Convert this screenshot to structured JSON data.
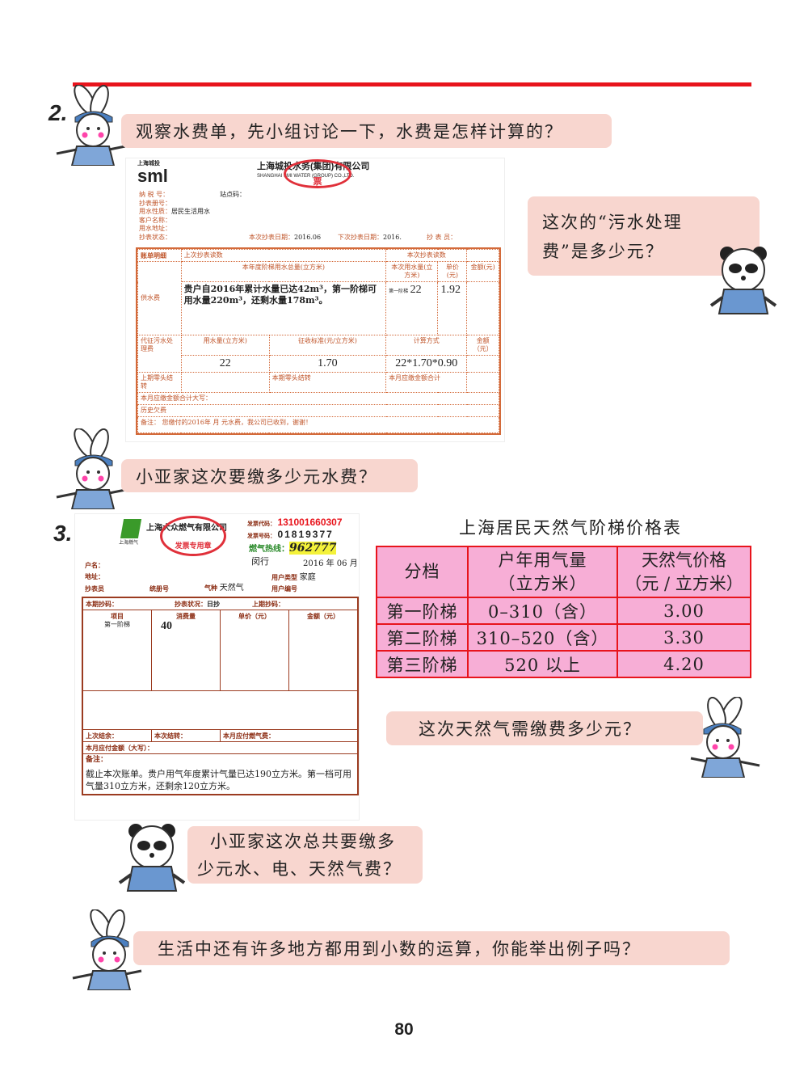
{
  "section2": {
    "number": "2.",
    "prompt": "观察水费单，先小组讨论一下，水费是怎样计算的？",
    "side_question": [
      "这次的“污水处理",
      "费”是多少元？"
    ],
    "question2": "小亚家这次要缴多少元水费？"
  },
  "water_bill": {
    "logo_cn": "上海城投",
    "logo": "sml",
    "company_cn": "上海城投水务(集团)有限公司",
    "company_en": "SHANGHAI SMI WATER (GROUP) CO.,LTD.",
    "stamp": "票",
    "fields": [
      "纳 税 号：",
      "抄表册号：",
      "用水性质：",
      "客户名称：",
      "用水地址：",
      "抄表状态："
    ],
    "station": "站点码：",
    "water_type": "居民生活用水",
    "read_date_label": "本次抄表日期：",
    "read_date": "2016.06",
    "next_date_label": "下次抄表日期：",
    "next_date": "2016.",
    "reader_label": "抄 表 员：",
    "h_detail": "账单明细",
    "h_last": "上次抄表读数",
    "h_this": "本次抄表读数",
    "h_annual": "本年度阶梯用水总量(立方米)",
    "h_usage": "本次用水量(立方米)",
    "h_price": "单价(元)",
    "h_amount": "金额(元)",
    "supply_label": "供水费",
    "note": "贵户自2016年累计水量已达42m³，第一阶梯可用水量220m³，还剩水量178m³。",
    "tier": "第一阶梯",
    "usage": "22",
    "price": "1.92",
    "sewage_label": "代征污水处理费",
    "s_h_usage": "用水量(立方米)",
    "s_h_std": "征收标准(元/立方米)",
    "s_h_calc": "计算方式",
    "s_h_amount": "金额（元）",
    "s_usage": "22",
    "s_std": "1.70",
    "s_calc": "22*1.70*0.90",
    "f1": "上期零头结转",
    "f2": "本期零头结转",
    "f3": "本月应缴金额合计",
    "f4": "本月应缴金额合计大写：",
    "f5": "历史欠费",
    "f6": "备注：  您缴付的2016年  月        元水费，我公司已收到，谢谢！"
  },
  "section3": {
    "number": "3.",
    "question1": "这次天然气需缴费多少元？",
    "question2": [
      "小亚家这次总共要缴多",
      "少元水、电、天然气费？"
    ],
    "question3": "生活中还有许多地方都用到小数的运算，你能举出例子吗？"
  },
  "gas_bill": {
    "logo_cn": "上海燃气",
    "company_cn": "上海大众燃气有限公司",
    "stamp": "发票专用章",
    "invoice_code_label": "发票代码：",
    "invoice_code": "131001660307",
    "invoice_no_label": "发票号码：",
    "invoice_no": "01819377",
    "hotline_label": "燃气热线：",
    "hotline": "962777",
    "district": "闵行",
    "date": "2016 年 06 月",
    "name_label": "户名：",
    "addr_label": "地址：",
    "reader_label": "抄表员",
    "book_label": "统册号",
    "gas_type_label": "气种",
    "gas_type": "天然气",
    "user_type_label": "用户类型",
    "user_type": "家庭",
    "user_no_label": "用户编号",
    "this_read": "本期抄码：",
    "status_label": "抄表状况：",
    "status": "日抄",
    "last_read": "上期抄码：",
    "h_item": "项目",
    "h_usage": "消费量",
    "h_price": "单价（元）",
    "h_amount": "金额（元）",
    "item": "第一阶梯",
    "usage": "40",
    "f1": "上次结余：",
    "f2": "本次结转：",
    "f3": "本月应付燃气费：",
    "f4": "本月应付金额（大写）：",
    "note_label": "备注：",
    "note": "截止本次账单。贵户用气年度累计气量已达190立方米。第一档可用气量310立方米，还剩余120立方米。"
  },
  "price_table": {
    "title": "上海居民天然气阶梯价格表",
    "headers": [
      "分档",
      "户年用气量（立方米）",
      "天然气价格（元/立方米）"
    ],
    "header_lines": [
      [
        "分档"
      ],
      [
        "户年用气量",
        "（立方米）"
      ],
      [
        "天然气价格",
        "（元 / 立方米）"
      ]
    ],
    "rows": [
      [
        "第一阶梯",
        "0–310（含）",
        "3.00"
      ],
      [
        "第二阶梯",
        "310–520（含）",
        "3.30"
      ],
      [
        "第三阶梯",
        "520 以上",
        "4.20"
      ]
    ]
  },
  "page_number": "80"
}
